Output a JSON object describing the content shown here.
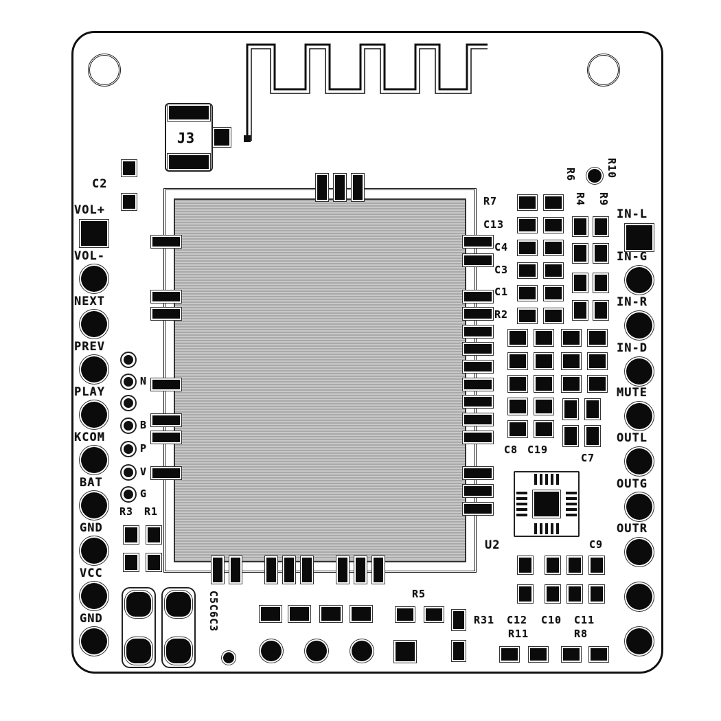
{
  "board": {
    "description": "PCB silkscreen layout, Bluetooth audio module carrier board",
    "colors": {
      "background": "#ffffff",
      "copper": "#0b0b0b",
      "module_fill": "#b8b8b8",
      "outline": "#111111"
    }
  },
  "connectors": {
    "j3": {
      "label": "J3"
    }
  },
  "left_header": {
    "labels": [
      "VOL+",
      "VOL-",
      "NEXT",
      "PREV",
      "PLAY",
      "KCOM",
      "BAT",
      "GND",
      "VCC",
      "GND"
    ]
  },
  "right_header": {
    "labels": [
      "IN-L",
      "IN-G",
      "IN-R",
      "IN-D",
      "MUTE",
      "OUTL",
      "OUTG",
      "OUTR"
    ]
  },
  "led_pads": {
    "labels": [
      "N",
      "B",
      "P",
      "V",
      "G"
    ]
  },
  "components": {
    "c2": "C2",
    "r3": "R3",
    "r1": "R1",
    "r7": "R7",
    "c13": "C13",
    "c4": "C4",
    "c3": "C3",
    "c1": "C1",
    "r2": "R2",
    "r6": "R6",
    "r4": "R4",
    "r9": "R9",
    "r10": "R10",
    "c8": "C8",
    "c19": "C19",
    "c7": "C7",
    "u2": "U2",
    "c9": "C9",
    "r5": "R5",
    "r31": "R31",
    "c12": "C12",
    "c10": "C10",
    "c11": "C11",
    "r11": "R11",
    "r8": "R8",
    "c5c6c3_stack": "C5C6C3"
  }
}
